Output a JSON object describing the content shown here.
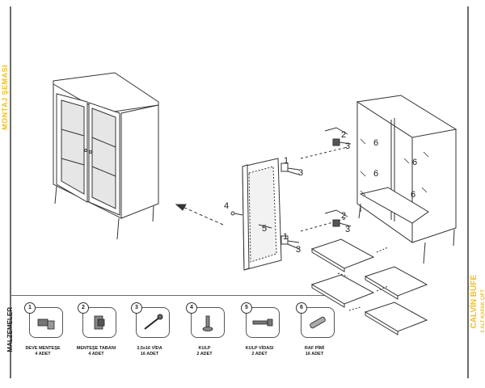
{
  "side_title": "MONTAJ ŞEMASI",
  "product": {
    "name": "CALVİN BÜFE",
    "variant": "2 ALT KAPAK ÇİFT"
  },
  "materials_heading": "MALZEMELER",
  "callouts": [
    "1",
    "2",
    "3",
    "4",
    "5",
    "6"
  ],
  "parts": [
    {
      "num": "1",
      "name": "DEVE MENTEŞE",
      "qty": "4 ADET",
      "icon": "hinge-icon"
    },
    {
      "num": "2",
      "name": "MENTEŞE TABANI",
      "qty": "4 ADET",
      "icon": "hinge-base-icon"
    },
    {
      "num": "3",
      "name": "3,5x16 VİDA",
      "qty": "16 ADET",
      "icon": "screw-icon"
    },
    {
      "num": "4",
      "name": "KULP",
      "qty": "2 ADET",
      "icon": "knob-icon"
    },
    {
      "num": "5",
      "name": "KULP VİDASI",
      "qty": "2 ADET",
      "icon": "handle-screw-icon"
    },
    {
      "num": "6",
      "name": "RAF PİMİ",
      "qty": "16 ADET",
      "icon": "shelf-pin-icon"
    }
  ],
  "colors": {
    "accent": "#f0c020",
    "line": "#333333",
    "glass": "#d9d9d9"
  }
}
